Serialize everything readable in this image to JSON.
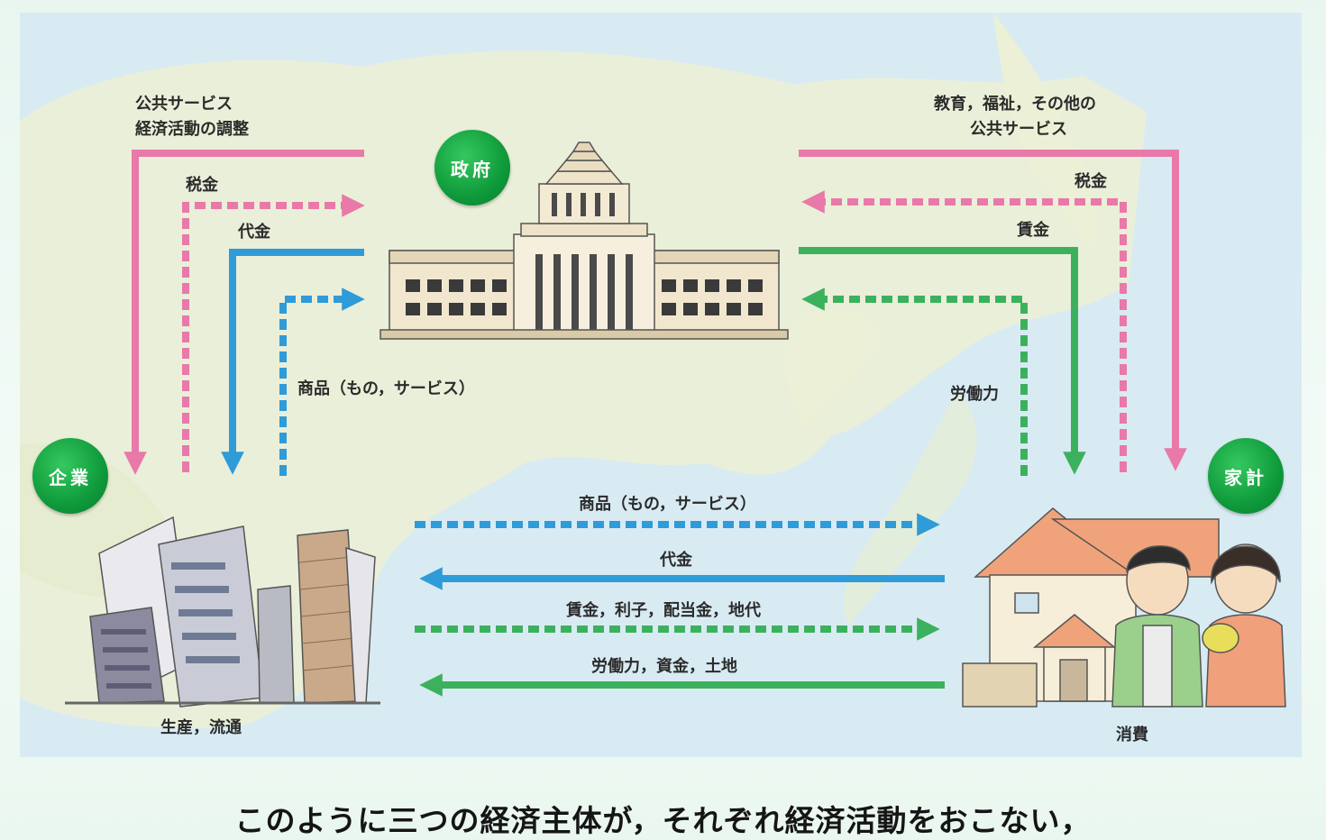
{
  "entities": {
    "government": "政府",
    "business": "企業",
    "household": "家計"
  },
  "labels": {
    "public_service_left": "公共サービス",
    "economic_adjustment": "経済活動の調整",
    "tax_left": "税金",
    "payment_left": "代金",
    "goods_left": "商品（もの，サービス）",
    "public_service_right_1": "教育，福祉，その他の",
    "public_service_right_2": "公共サービス",
    "tax_right": "税金",
    "wage_right": "賃金",
    "labor_right": "労働力",
    "goods_bottom": "商品（もの，サービス）",
    "payment_bottom": "代金",
    "income_bottom": "賃金，利子，配当金，地代",
    "factors_bottom": "労働力，資金，土地",
    "production": "生産，流通",
    "consumption": "消費"
  },
  "colors": {
    "pink": "#e879a8",
    "blue": "#2f9bd8",
    "green": "#3cb15d",
    "badge": "#13a043"
  },
  "caption": "このように三つの経済主体が，それぞれ経済活動をおこない，"
}
